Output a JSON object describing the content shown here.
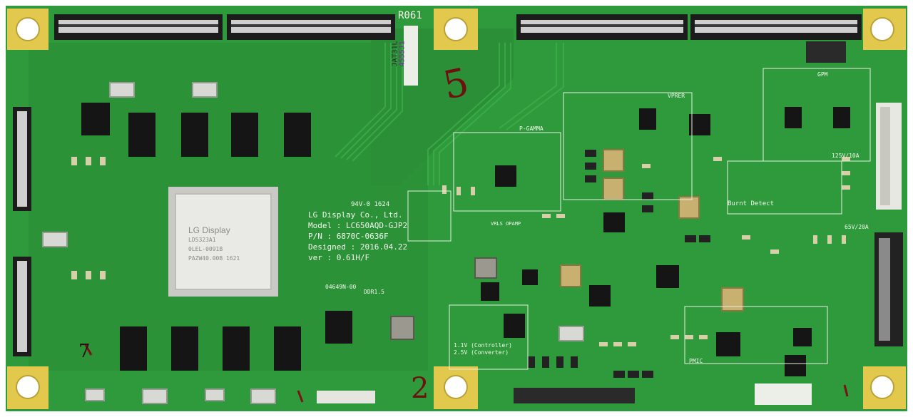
{
  "colors": {
    "pcb_green": "#2f9a3a",
    "pcb_dark_green": "#1e7a2b",
    "trace_green": "#3aa845",
    "gold_pad": "#e2c84c",
    "connector_black": "#1c1c1c",
    "chip_black": "#151515",
    "silkscreen": "#f4f6ee"
  },
  "board_codes": {
    "revision": "R061",
    "part_sticker_line1": "JAT31L",
    "part_sticker_line2": "4555J1",
    "ul_mark": "94V-0 1624",
    "pattern_code": "04649N-00"
  },
  "main_label": {
    "company": "LG Display Co., Ltd.",
    "model": "Model : LC650AQD-GJP2",
    "part_number": "P/N : 6870C-0636F",
    "designed": "Designed : 2016.04.22",
    "version": "ver : 0.61H/F"
  },
  "controller_chip": {
    "brand": "LG Display",
    "line1": "LD5323A1",
    "line2": "0LEL-0091B",
    "line3": "PAZW40.00B  1621"
  },
  "section_labels": {
    "vprer": "VPRER",
    "p_gamma": "P-GAMMA",
    "gpm": "GPM",
    "burnt_detect": "Burnt Detect",
    "fuse1": "125V/10A",
    "fuse2": "65V/20A",
    "ddr": "DDR1.5",
    "controller": "1.1V (Controller)",
    "converter": "2.5V (Converter)",
    "pmic": "PMIC",
    "vrls": "VRLS OPAMP"
  },
  "handwritten": {
    "mark_5": "5",
    "mark_7": "7",
    "mark_2": "2"
  }
}
